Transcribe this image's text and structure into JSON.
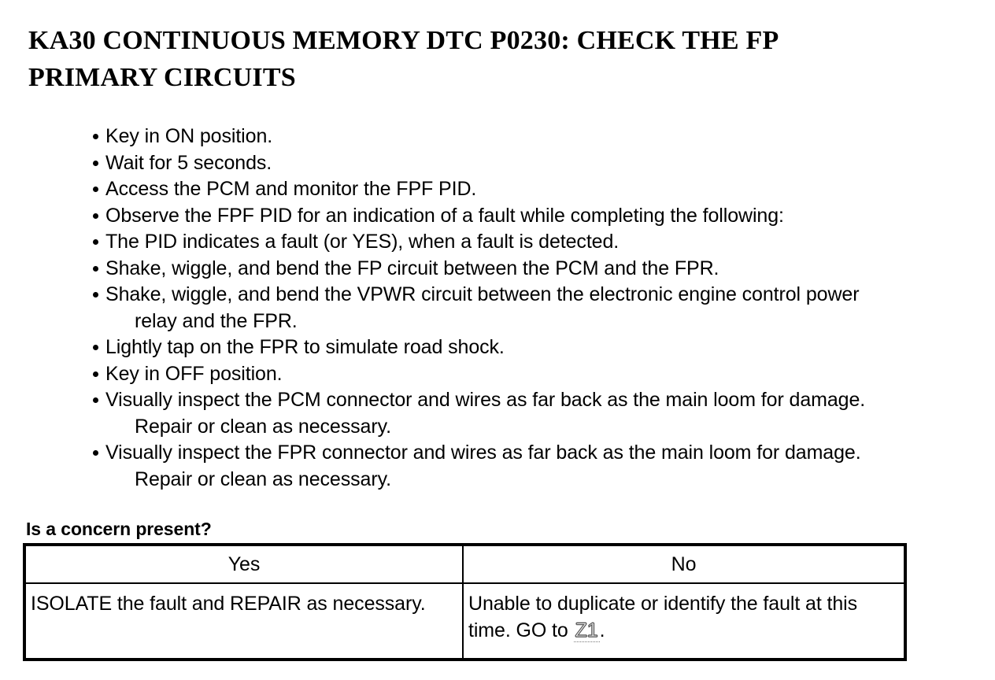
{
  "document": {
    "title": "KA30 CONTINUOUS MEMORY DTC P0230: CHECK THE FP PRIMARY CIRCUITS",
    "question": "Is a concern present?"
  },
  "steps": [
    {
      "text": "Key in ON position.",
      "continuation": ""
    },
    {
      "text": "Wait for 5 seconds.",
      "continuation": ""
    },
    {
      "text": "Access the PCM and monitor the FPF PID.",
      "continuation": ""
    },
    {
      "text": "Observe the FPF PID for an indication of a fault while completing the following:",
      "continuation": ""
    },
    {
      "text": "The PID indicates a fault (or YES), when a fault is detected.",
      "continuation": ""
    },
    {
      "text": "Shake, wiggle, and bend the FP circuit between the PCM and the FPR.",
      "continuation": ""
    },
    {
      "text": "Shake, wiggle, and bend the VPWR circuit between the electronic engine control power",
      "continuation": "relay and the FPR."
    },
    {
      "text": "Lightly tap on the FPR to simulate road shock.",
      "continuation": ""
    },
    {
      "text": "Key in OFF position.",
      "continuation": ""
    },
    {
      "text": "Visually inspect the PCM connector and wires as far back as the main loom for damage.",
      "continuation": "Repair or clean as necessary."
    },
    {
      "text": "Visually inspect the FPR connector and wires as far back as the main loom for damage.",
      "continuation": "Repair or clean as necessary."
    }
  ],
  "decision_table": {
    "headers": [
      "Yes",
      "No"
    ],
    "cells": {
      "yes": "ISOLATE the fault and REPAIR as necessary.",
      "no_before_ref": "Unable to duplicate or identify the fault at this time. GO to",
      "no_reference": "Z1",
      "no_after_ref": "."
    }
  },
  "colors": {
    "text": "#000000",
    "background": "#ffffff",
    "border": "#000000"
  }
}
